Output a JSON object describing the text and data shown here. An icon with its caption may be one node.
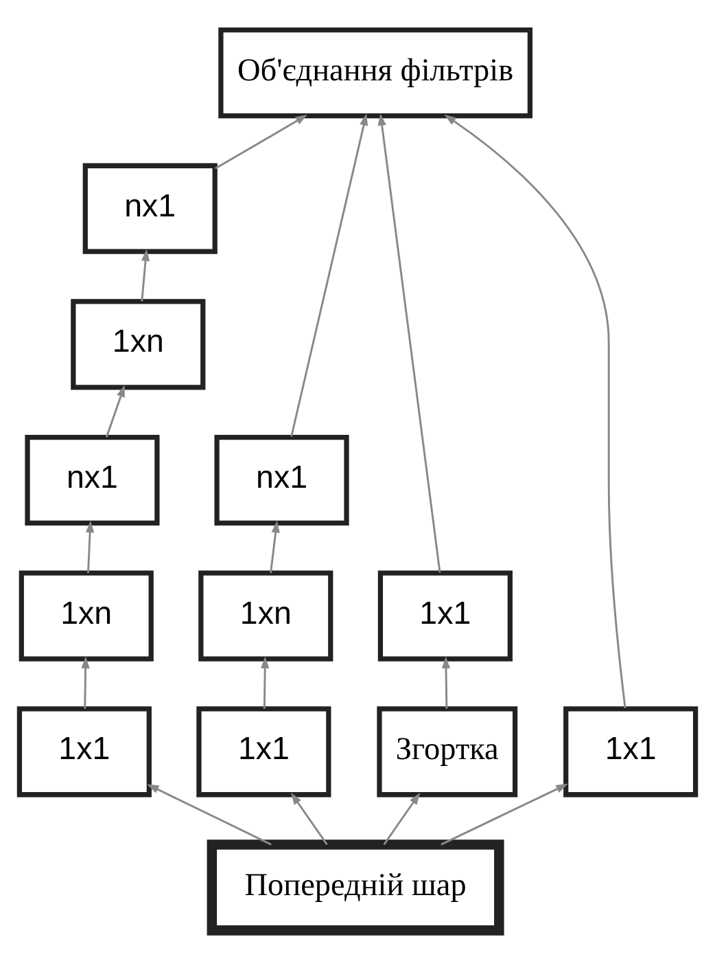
{
  "diagram": {
    "nodes": [
      {
        "text": [
          "Об'єднання фільтрів"
        ]
      },
      {
        "text": [
          "nx1"
        ]
      },
      {
        "text": [
          "1xn"
        ]
      },
      {
        "text": [
          "nx1"
        ]
      },
      {
        "text": [
          "nx1"
        ]
      },
      {
        "text": [
          "1xn"
        ]
      },
      {
        "text": [
          "1xn"
        ]
      },
      {
        "text": [
          "1x1"
        ]
      },
      {
        "text": [
          "1x1"
        ]
      },
      {
        "text": [
          "1x1"
        ]
      },
      {
        "text": [
          "Згортка"
        ]
      },
      {
        "text": [
          "1x1"
        ]
      },
      {
        "text": [
          "Попередній шар"
        ]
      }
    ],
    "edges": [
      {
        "from": 12,
        "to": 8,
        "arrow": "to"
      },
      {
        "from": 12,
        "to": 9,
        "arrow": "to"
      },
      {
        "from": 12,
        "to": 10,
        "arrow": "to"
      },
      {
        "from": 12,
        "to": 11,
        "arrow": "to"
      },
      {
        "from": 8,
        "to": 5,
        "arrow": "to"
      },
      {
        "from": 5,
        "to": 3,
        "arrow": "to"
      },
      {
        "from": 3,
        "to": 2,
        "arrow": "to"
      },
      {
        "from": 2,
        "to": 1,
        "arrow": "to"
      },
      {
        "from": 1,
        "to": 0,
        "arrow": "to"
      },
      {
        "from": 9,
        "to": 6,
        "arrow": "to"
      },
      {
        "from": 6,
        "to": 4,
        "arrow": "to"
      },
      {
        "from": 4,
        "to": 0,
        "arrow": "to"
      },
      {
        "from": 10,
        "to": 7,
        "arrow": "to"
      },
      {
        "from": 7,
        "to": 0,
        "arrow": "to"
      },
      {
        "from": 11,
        "to": 0,
        "arrow": "to"
      }
    ]
  }
}
